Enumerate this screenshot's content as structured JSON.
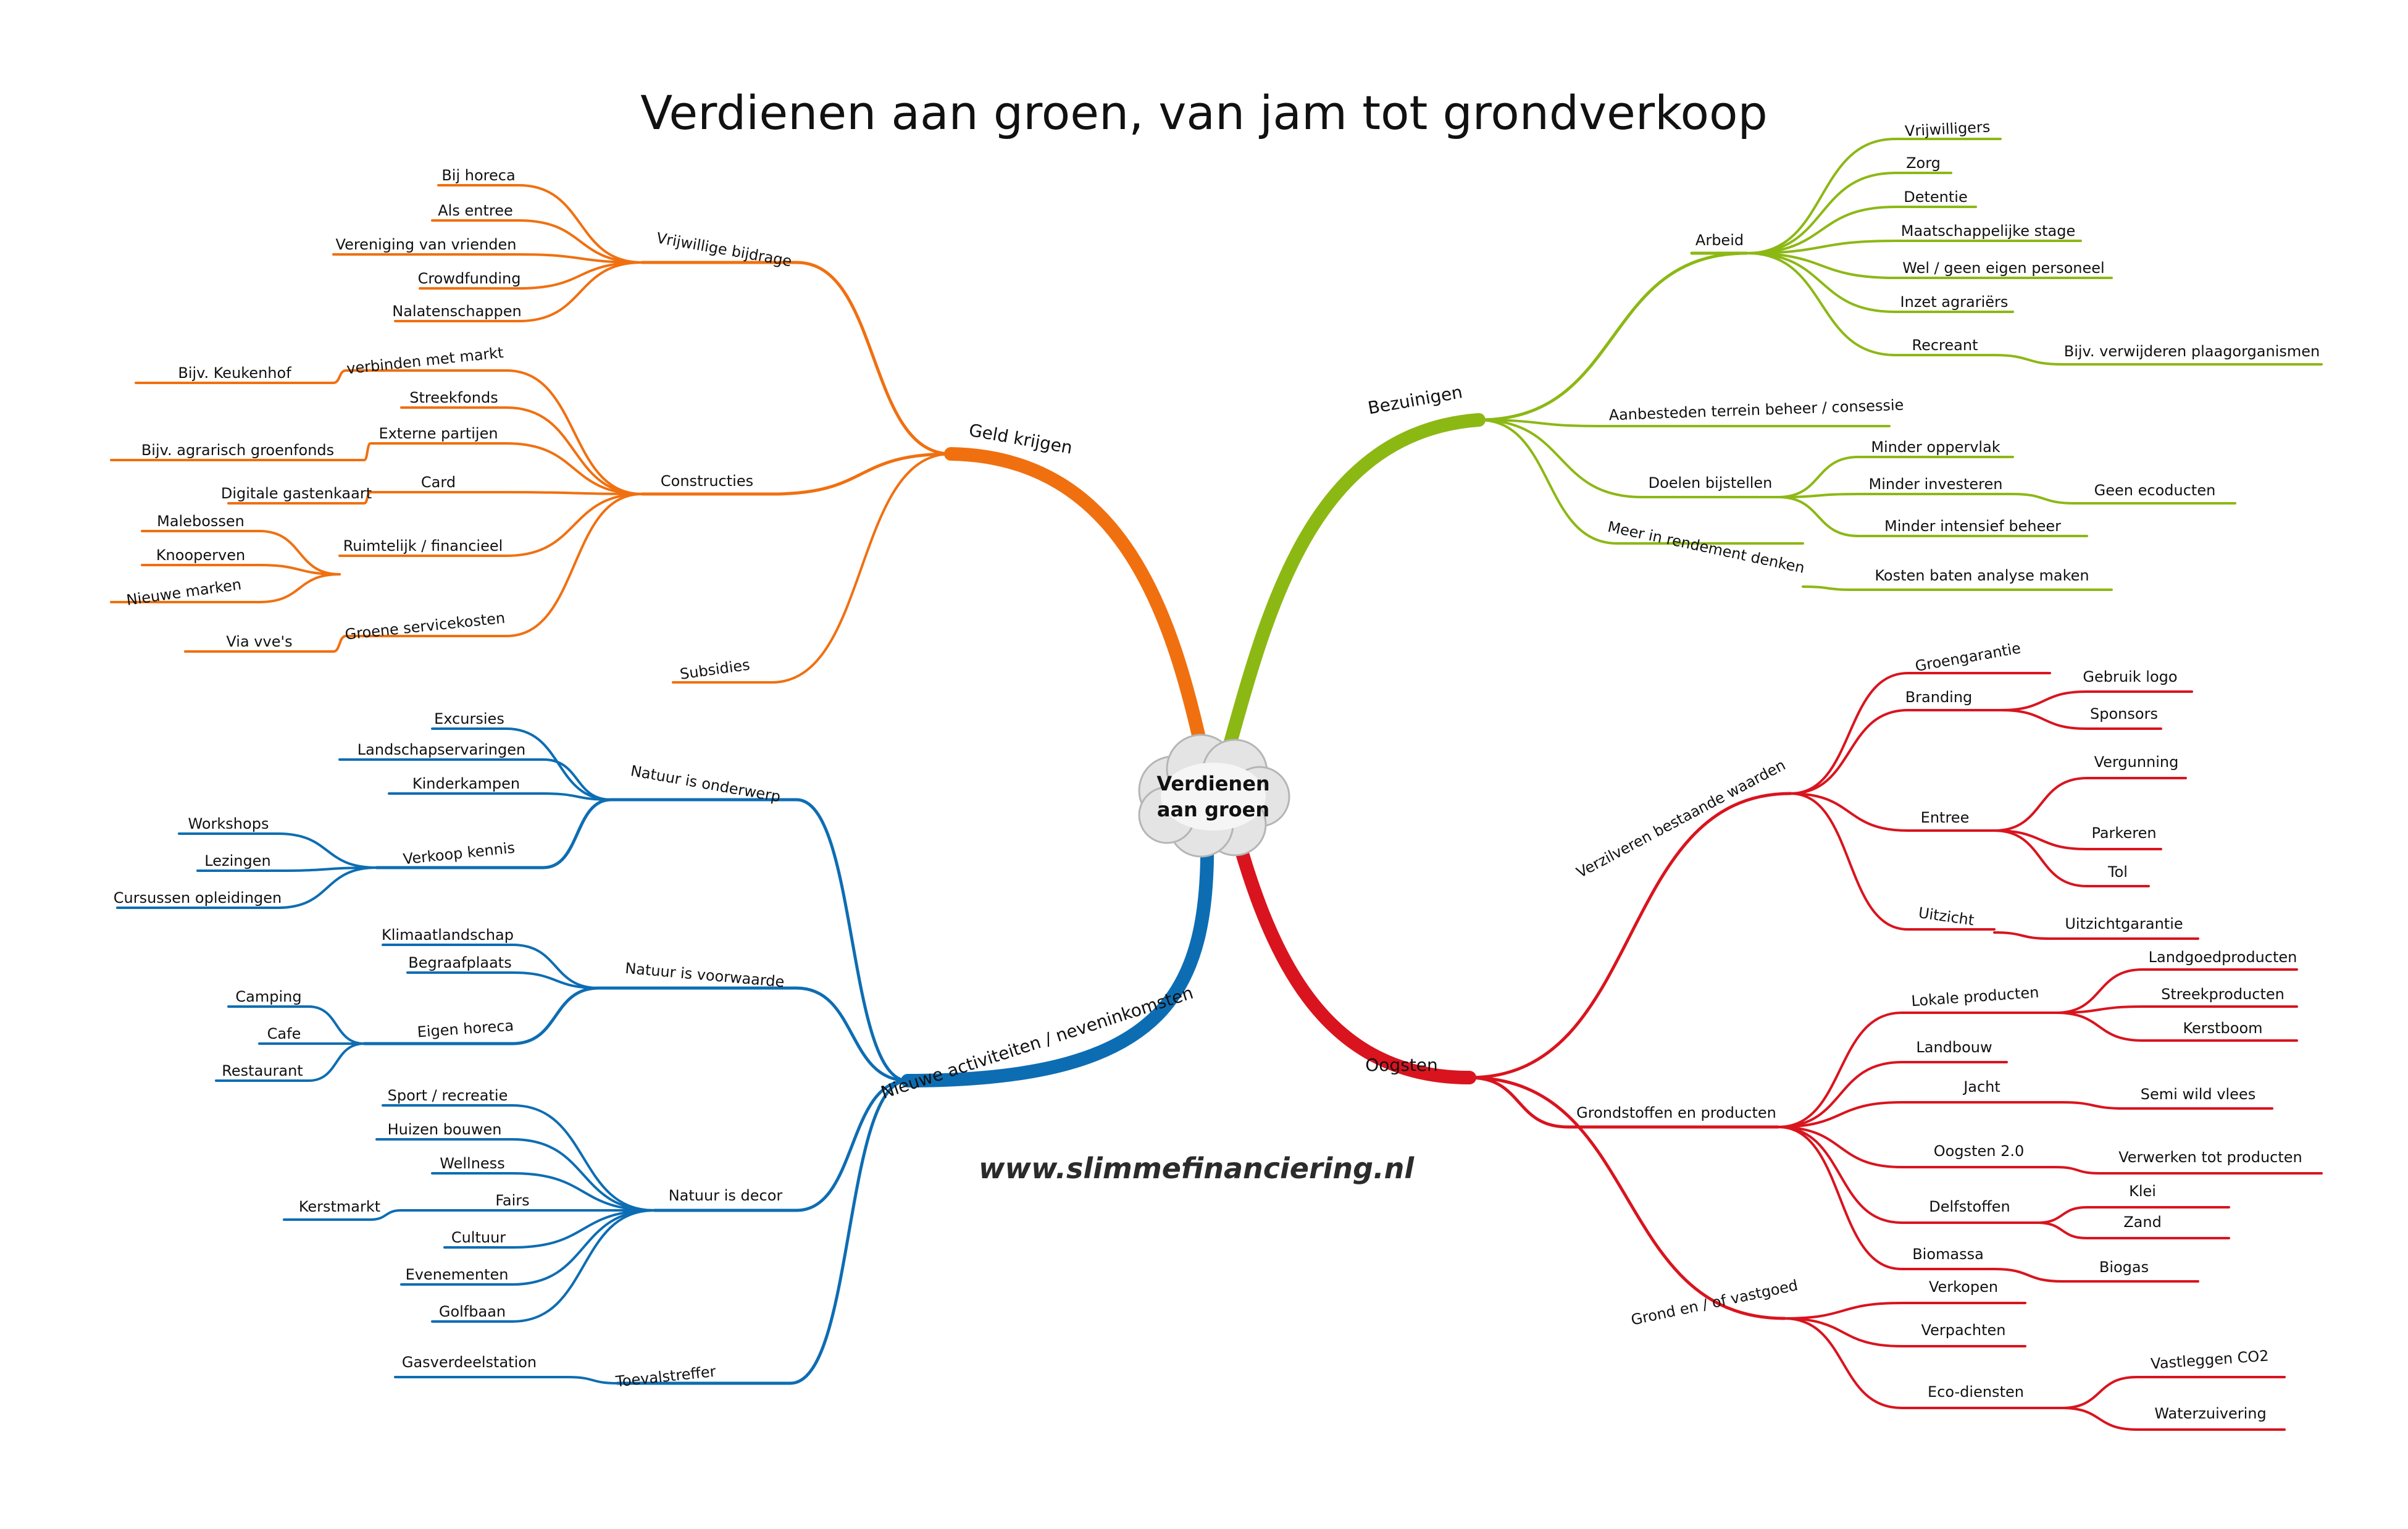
{
  "title": "Verdienen aan groen, van jam tot grondverkoop",
  "website": "www.slimmefinanciering.nl",
  "center": {
    "line1": "Verdienen",
    "line2": "aan groen"
  },
  "colors": {
    "orange": "#f07010",
    "green": "#8cb814",
    "red": "#d9141e",
    "blue": "#0d6db3"
  },
  "branches": [
    {
      "key": "geld",
      "label": "Geld krijgen",
      "color": "orange",
      "children": [
        {
          "key": "vrijwillig",
          "label": "Vrijwillige bijdrage",
          "children": [
            "Bij horeca",
            "Als entree",
            "Vereniging van vrienden",
            "Crowdfunding",
            "Nalatenschappen"
          ]
        },
        {
          "key": "constructies",
          "label": "Constructies",
          "children": [
            {
              "label": "verbinden met markt",
              "children": [
                "Bijv. Keukenhof"
              ]
            },
            {
              "label": "Streekfonds"
            },
            {
              "label": "Externe partijen",
              "children": [
                "Bijv. agrarisch groenfonds"
              ]
            },
            {
              "label": "Card",
              "children": [
                "Digitale gastenkaart"
              ]
            },
            {
              "label": "Ruimtelijk / financieel",
              "children": [
                "Malebossen",
                "Knooperven",
                "Nieuwe marken"
              ]
            },
            {
              "label": "Groene servicekosten",
              "children": [
                "Via vve's"
              ]
            }
          ]
        },
        {
          "key": "subsidies",
          "label": "Subsidies"
        }
      ]
    },
    {
      "key": "bezuinigen",
      "label": "Bezuinigen",
      "color": "green",
      "children": [
        {
          "label": "Arbeid",
          "children": [
            "Vrijwilligers",
            "Zorg",
            "Detentie",
            "Maatschappelijke stage",
            "Wel / geen eigen personeel",
            "Inzet agrariërs",
            {
              "label": "Recreant",
              "children": [
                "Bijv. verwijderen plaagorganismen"
              ]
            }
          ]
        },
        {
          "label": "Aanbesteden terrein beheer / consessie"
        },
        {
          "label": "Doelen bijstellen",
          "children": [
            "Minder oppervlak",
            {
              "label": "Minder investeren",
              "children": [
                "Geen ecoducten"
              ]
            },
            "Minder intensief beheer"
          ]
        },
        {
          "label": "Meer in rendement denken",
          "children": [
            "Kosten baten analyse maken"
          ]
        }
      ]
    },
    {
      "key": "oogsten",
      "label": "Oogsten",
      "color": "red",
      "children": [
        {
          "label": "Verzilveren bestaande waarden",
          "children": [
            "Groengarantie",
            {
              "label": "Branding",
              "children": [
                "Gebruik logo",
                "Sponsors"
              ]
            },
            {
              "label": "Entree",
              "children": [
                "Vergunning",
                "Parkeren",
                "Tol"
              ]
            },
            {
              "label": "Uitzicht",
              "children": [
                "Uitzichtgarantie"
              ]
            }
          ]
        },
        {
          "label": "Grondstoffen en producten",
          "children": [
            {
              "label": "Lokale producten",
              "children": [
                "Landgoedproducten",
                "Streekproducten",
                "Kerstboom"
              ]
            },
            "Landbouw",
            {
              "label": "Jacht",
              "children": [
                "Semi wild vlees"
              ]
            },
            {
              "label": "Oogsten 2.0",
              "children": [
                "Verwerken tot producten"
              ]
            },
            {
              "label": "Delfstoffen",
              "children": [
                "Klei",
                "Zand"
              ]
            },
            {
              "label": "Biomassa",
              "children": [
                "Biogas"
              ]
            }
          ]
        },
        {
          "label": "Grond en / of vastgoed",
          "children": [
            "Verkopen",
            "Verpachten",
            {
              "label": "Eco-diensten",
              "children": [
                "Vastleggen CO2",
                "Waterzuivering"
              ]
            }
          ]
        }
      ]
    },
    {
      "key": "nieuw",
      "label": "Nieuwe activiteiten / neveninkomsten",
      "color": "blue",
      "children": [
        {
          "label": "Natuur is onderwerp",
          "children": [
            "Excursies",
            "Landschapservaringen",
            "Kinderkampen",
            {
              "label": "Verkoop kennis",
              "children": [
                "Workshops",
                "Lezingen",
                "Cursussen opleidingen"
              ]
            }
          ]
        },
        {
          "label": "Natuur is voorwaarde",
          "children": [
            "Klimaatlandschap",
            "Begraafplaats",
            {
              "label": "Eigen horeca",
              "children": [
                "Camping",
                "Cafe",
                "Restaurant"
              ]
            }
          ]
        },
        {
          "label": "Natuur is decor",
          "children": [
            "Sport / recreatie",
            "Huizen bouwen",
            "Wellness",
            {
              "label": "Fairs",
              "children": [
                "Kerstmarkt"
              ]
            },
            "Cultuur",
            "Evenementen",
            "Golfbaan"
          ]
        },
        {
          "label": "Toevalstreffer",
          "children": [
            "Gasverdeelstation"
          ]
        }
      ]
    }
  ]
}
